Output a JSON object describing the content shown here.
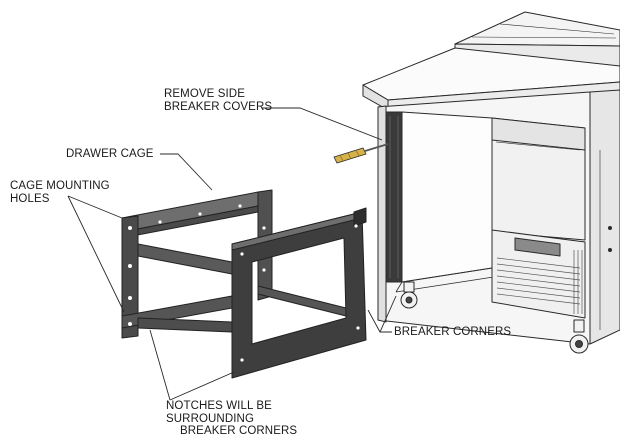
{
  "labels": {
    "remove_side_covers": [
      "REMOVE SIDE",
      "BREAKER COVERS"
    ],
    "drawer_cage": "DRAWER CAGE",
    "cage_mounting_holes": [
      "CAGE MOUNTING",
      "HOLES"
    ],
    "breaker_corners": "BREAKER CORNERS",
    "notches": [
      "NOTCHES WILL BE",
      "SURROUNDING",
      "BREAKER CORNERS"
    ]
  },
  "colors": {
    "line": "#2a2a2a",
    "cage_dark": "#3e3e3e",
    "cage_mid": "#555555",
    "cage_light": "#6e6e6e",
    "cabinet_fill": "#f7f7f7",
    "screwdriver_handle": "#d6b24a"
  },
  "icons": {
    "tool": "screwdriver-icon"
  }
}
